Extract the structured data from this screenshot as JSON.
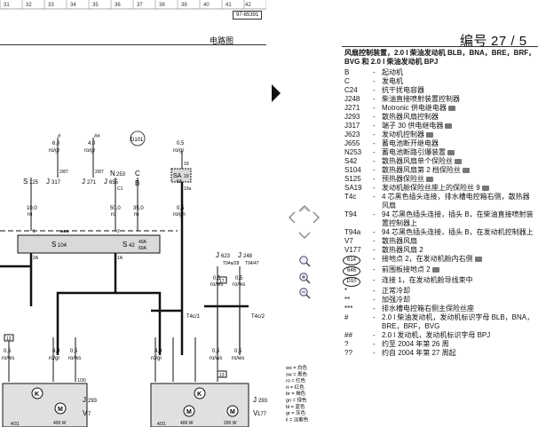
{
  "ruler": {
    "numbers": [
      "31",
      "32",
      "33",
      "34",
      "35",
      "36",
      "37",
      "38",
      "39",
      "40",
      "41",
      "42"
    ],
    "doc_ref": "97-85391"
  },
  "page_title": "电路图",
  "doc_number": {
    "label": "编号",
    "page": "27 / 5"
  },
  "nav": {
    "next_icon": "triangle-right-icon",
    "pan_icons": [
      "arrow-up-icon",
      "arrow-left-icon",
      "arrow-right-icon",
      "arrow-down-icon"
    ],
    "zoom_icons": [
      "zoom-reset-icon",
      "zoom-in-icon",
      "zoom-out-icon"
    ]
  },
  "legend": {
    "header": "风扇控制装置，2.0 l 柴油发动机 BLB，BNA，BRE，BRF，BVG 和 2.0 l 柴油发动机 BPJ",
    "rows": [
      {
        "code": "B",
        "desc": "起动机",
        "cam": false
      },
      {
        "code": "C",
        "desc": "发电机",
        "cam": false
      },
      {
        "code": "C24",
        "desc": "抗干扰电容器",
        "cam": false
      },
      {
        "code": "J248",
        "desc": "柴油直接喷射装置控制器",
        "cam": false
      },
      {
        "code": "J271",
        "desc": "Motronic 供电继电器",
        "cam": true
      },
      {
        "code": "J293",
        "desc": "散热器风扇控制器",
        "cam": false
      },
      {
        "code": "J317",
        "desc": "端子 30 供电继电器",
        "cam": true
      },
      {
        "code": "J623",
        "desc": "发动机控制器",
        "cam": true
      },
      {
        "code": "J655",
        "desc": "蓄电池断开继电器",
        "cam": false
      },
      {
        "code": "N253",
        "desc": "蓄电池断路引爆装置",
        "cam": true
      },
      {
        "code": "S42",
        "desc": "散热器风扇单个保险丝",
        "cam": true
      },
      {
        "code": "S104",
        "desc": "散热器风扇第 2 档保险丝",
        "cam": true
      },
      {
        "code": "S125",
        "desc": "预热器保险丝",
        "cam": true
      },
      {
        "code": "SA19",
        "desc": "发动机舱保险丝座上的保险丝 9",
        "cam": true
      },
      {
        "code": "T4c",
        "desc": "4 芯黑色插头连接，排水槽电控箱右侧，散热器风扇",
        "cam": false
      },
      {
        "code": "T94",
        "desc": "94 芯黑色插头连接，插头 B，在柴油直接喷射装置控制器上",
        "cam": false
      },
      {
        "code": "T94a",
        "desc": "94 芯黑色插头连接，插头 B，在发动机控制器上",
        "cam": false
      },
      {
        "code": "V7",
        "desc": "散热器风扇",
        "cam": false
      },
      {
        "code": "V177",
        "desc": "散热器风扇 2",
        "cam": false
      },
      {
        "code": "614",
        "desc": "接地点 2，在发动机舱内右侧",
        "cam": true,
        "circle": true
      },
      {
        "code": "646",
        "desc": "前围板接地点 2",
        "cam": true,
        "circle": true
      },
      {
        "code": "D10",
        "desc": "连接 1，在发动机舱导线束中",
        "cam": false,
        "circle": true
      },
      {
        "code": "*",
        "desc": "正常冷却",
        "cam": false
      },
      {
        "code": "**",
        "desc": "加强冷却",
        "cam": false
      },
      {
        "code": "***",
        "desc": "排水槽电控箱右侧主保险丝座",
        "cam": false
      },
      {
        "code": "#",
        "desc": "2.0 l 柴油发动机，发动机标识字母 BLB，BNA，BRE，BRF，BVG",
        "cam": false
      },
      {
        "code": "##",
        "desc": "2.0 l 发动机，发动机标识字母 BPJ",
        "cam": false
      },
      {
        "code": "?",
        "desc": "约至 2004 年第 26 周",
        "cam": false
      },
      {
        "code": "??",
        "desc": "约自 2004 年第 27 周起",
        "cam": false
      }
    ]
  },
  "diagram": {
    "wire_labels": {
      "w1": "6,0",
      "w1c": "ro/gr",
      "w1m": "#",
      "w2": "4,0",
      "w2c": "ro/gr",
      "w2m": "##",
      "w3": "0,5",
      "w3c": "ro/gr",
      "w4": "0,5",
      "w4c": "ro/gr",
      "w5": "10,0",
      "w5c": "ro",
      "w6": "50,0",
      "w6c": "ro",
      "w7": "35,0",
      "w7c": "ro",
      "w8": "0,5",
      "w8c": "ro/gn",
      "w9": "4,0",
      "w9c": "ro/gr",
      "w10": "4,0",
      "w10c": "ro/gr",
      "w11": "0,5",
      "w11c": "ro/ws",
      "w12": "0,5",
      "w12c": "ro/ws",
      "w13": "0,5",
      "w13c": "ro/ws",
      "w14": "0,5",
      "w14c": "ro/ws",
      "w15": "0,5",
      "w15c": "ro/ws",
      "w16": "0,5",
      "w16c": "ro/ws"
    },
    "components": {
      "s125": "S",
      "s125n": "125",
      "j317": "J",
      "j317n": "317",
      "j271": "J",
      "j271n": "271",
      "j655": "J",
      "j655n": "655",
      "n253": "N",
      "n253n": "253",
      "c": "C",
      "b": "B",
      "d101": "D101",
      "sa19": "SA",
      "sa19n": "19",
      "sa19a": "5A",
      "s104": "S",
      "s104n": "104",
      "s42": "S",
      "s42n": "42",
      "fuse_rating_1": "40A",
      "fuse_rating_2": "60A",
      "stars3": "***",
      "j623": "J",
      "j623n": "623",
      "j248": "J",
      "j248n": "248",
      "t4c1": "T4c/1",
      "t4c2": "T4c/2",
      "j293a": "J",
      "j293an": "293",
      "j293b": "J",
      "j293bn": "293",
      "v7": "V",
      "v7n": "7",
      "v177": "V",
      "v177n": "177",
      "watt1": "400 W",
      "watt2": "400 W",
      "watt3": "200 W",
      "pin_2_87": "2/87",
      "pin_2_87b": "2/87",
      "pin_19": "19",
      "pin_19a": "19a",
      "pin_1a": "1A",
      "pin_2a": "2A",
      "pin_1": "1",
      "pin_2": "2",
      "pin_130": "1/30",
      "pin_4_31a": "4/31",
      "pin_4_31b": "4/31",
      "t94_28": "T94a/28",
      "t94_47": "T94/47",
      "c1": "C1",
      "box1": "13",
      "box2": "17",
      "box3": "13"
    },
    "color_codes": [
      "ws = 白色",
      "sw = 黑色",
      "ro = 红色",
      "rt = 红色",
      "br = 褐色",
      "gn = 绿色",
      "bl = 蓝色",
      "gr = 灰色",
      "li = 淡紫色"
    ]
  }
}
